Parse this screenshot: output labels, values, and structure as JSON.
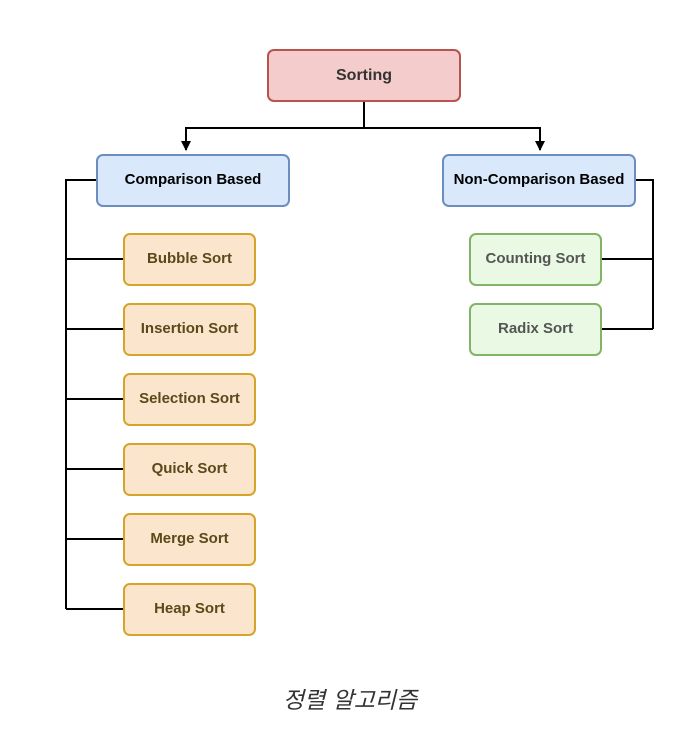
{
  "root": {
    "label": "Sorting"
  },
  "categories": [
    {
      "label": "Comparison Based",
      "items": [
        "Bubble Sort",
        "Insertion Sort",
        "Selection Sort",
        "Quick Sort",
        "Merge Sort",
        "Heap Sort"
      ]
    },
    {
      "label": "Non-Comparison Based",
      "items": [
        "Counting Sort",
        "Radix Sort"
      ]
    }
  ],
  "caption": "정렬 알고리즘",
  "colors": {
    "root_fill": "#f4cccc",
    "root_border": "#b85450",
    "category_fill": "#dae8fc",
    "category_border": "#6c8ebf",
    "comparison_fill": "#fce5cd",
    "comparison_border": "#d6a42a",
    "non_comparison_fill": "#eaf9e3",
    "non_comparison_border": "#82b366",
    "connector": "#000000"
  }
}
